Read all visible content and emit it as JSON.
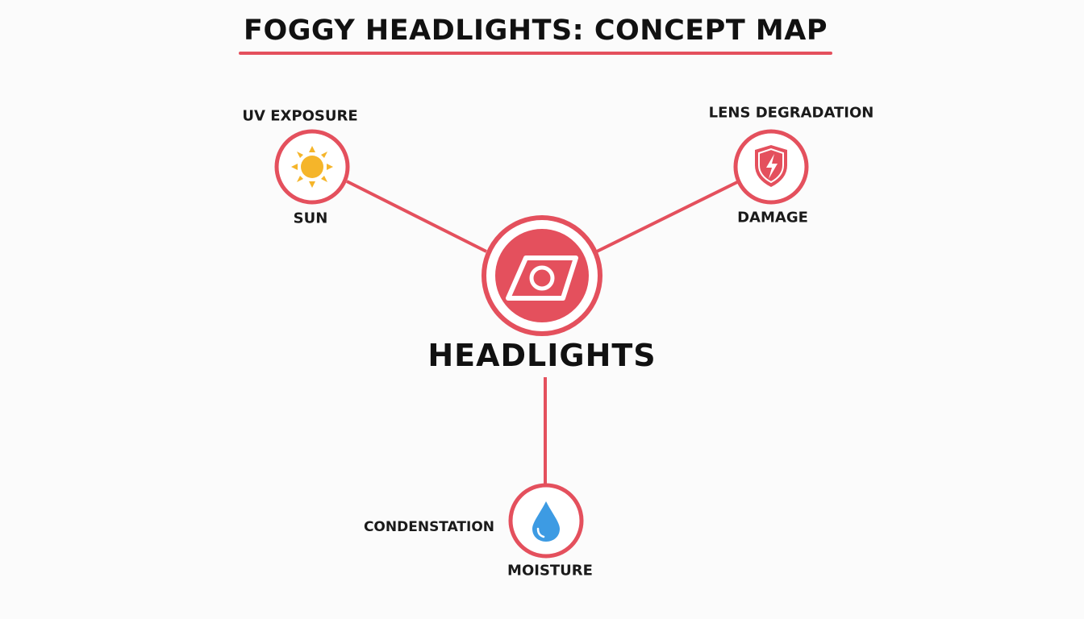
{
  "title": "FOGGY HEADLIGHTS: CONCEPT MAP",
  "colors": {
    "accent": "#e4505d",
    "sun": "#f5b52a",
    "water": "#3d9be3",
    "text": "#111111"
  },
  "center": {
    "label": "HEADLIGHTS",
    "icon": "headlight-icon"
  },
  "nodes": [
    {
      "top_label": "UV EXPOSURE",
      "bottom_label": "SUN",
      "icon": "sun-icon"
    },
    {
      "top_label": "LENS DEGRADATION",
      "bottom_label": "DAMAGE",
      "icon": "shield-lightning-icon"
    },
    {
      "side_label": "CONDENSTATION",
      "bottom_label": "MOISTURE",
      "icon": "water-drop-icon"
    }
  ]
}
